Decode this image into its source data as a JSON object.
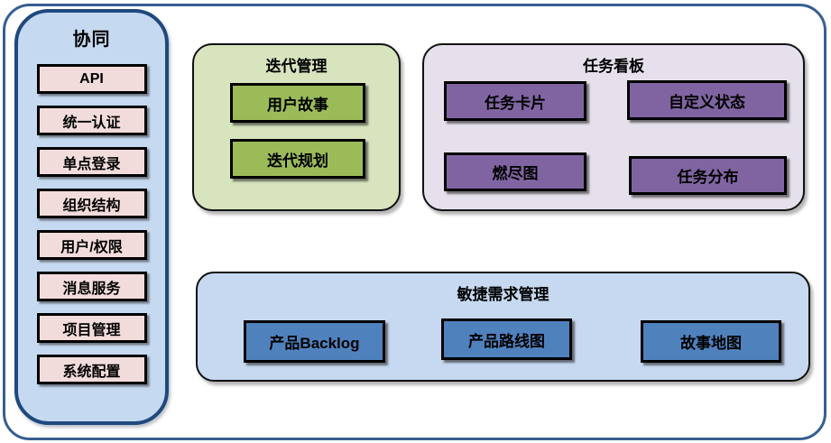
{
  "diagram": {
    "sidebar": {
      "title": "协同",
      "items": [
        "API",
        "统一认证",
        "单点登录",
        "组织结构",
        "用户/权限",
        "消息服务",
        "项目管理",
        "系统配置"
      ]
    },
    "groups": {
      "iteration": {
        "title": "迭代管理",
        "items": [
          "用户故事",
          "迭代规划"
        ]
      },
      "kanban": {
        "title": "任务看板",
        "items": [
          "任务卡片",
          "自定义状态",
          "燃尽图",
          "任务分布"
        ]
      },
      "agile": {
        "title": "敏捷需求管理",
        "items": [
          "产品Backlog",
          "产品路线图",
          "故事地图"
        ]
      }
    },
    "colors": {
      "frame_border": "#365f91",
      "sidebar_bg": "#c5d9f1",
      "sidebar_border": "#1f497d",
      "sidebar_item_bg": "#f2dcdb",
      "iteration_bg": "#d7e4bd",
      "iteration_item_bg": "#9bbb59",
      "kanban_bg": "#e6e0ec",
      "kanban_item_bg": "#8064a2",
      "agile_bg": "#c6d9f0",
      "agile_item_bg": "#4f81bd",
      "item_border": "#000000",
      "text": "#000000"
    }
  }
}
